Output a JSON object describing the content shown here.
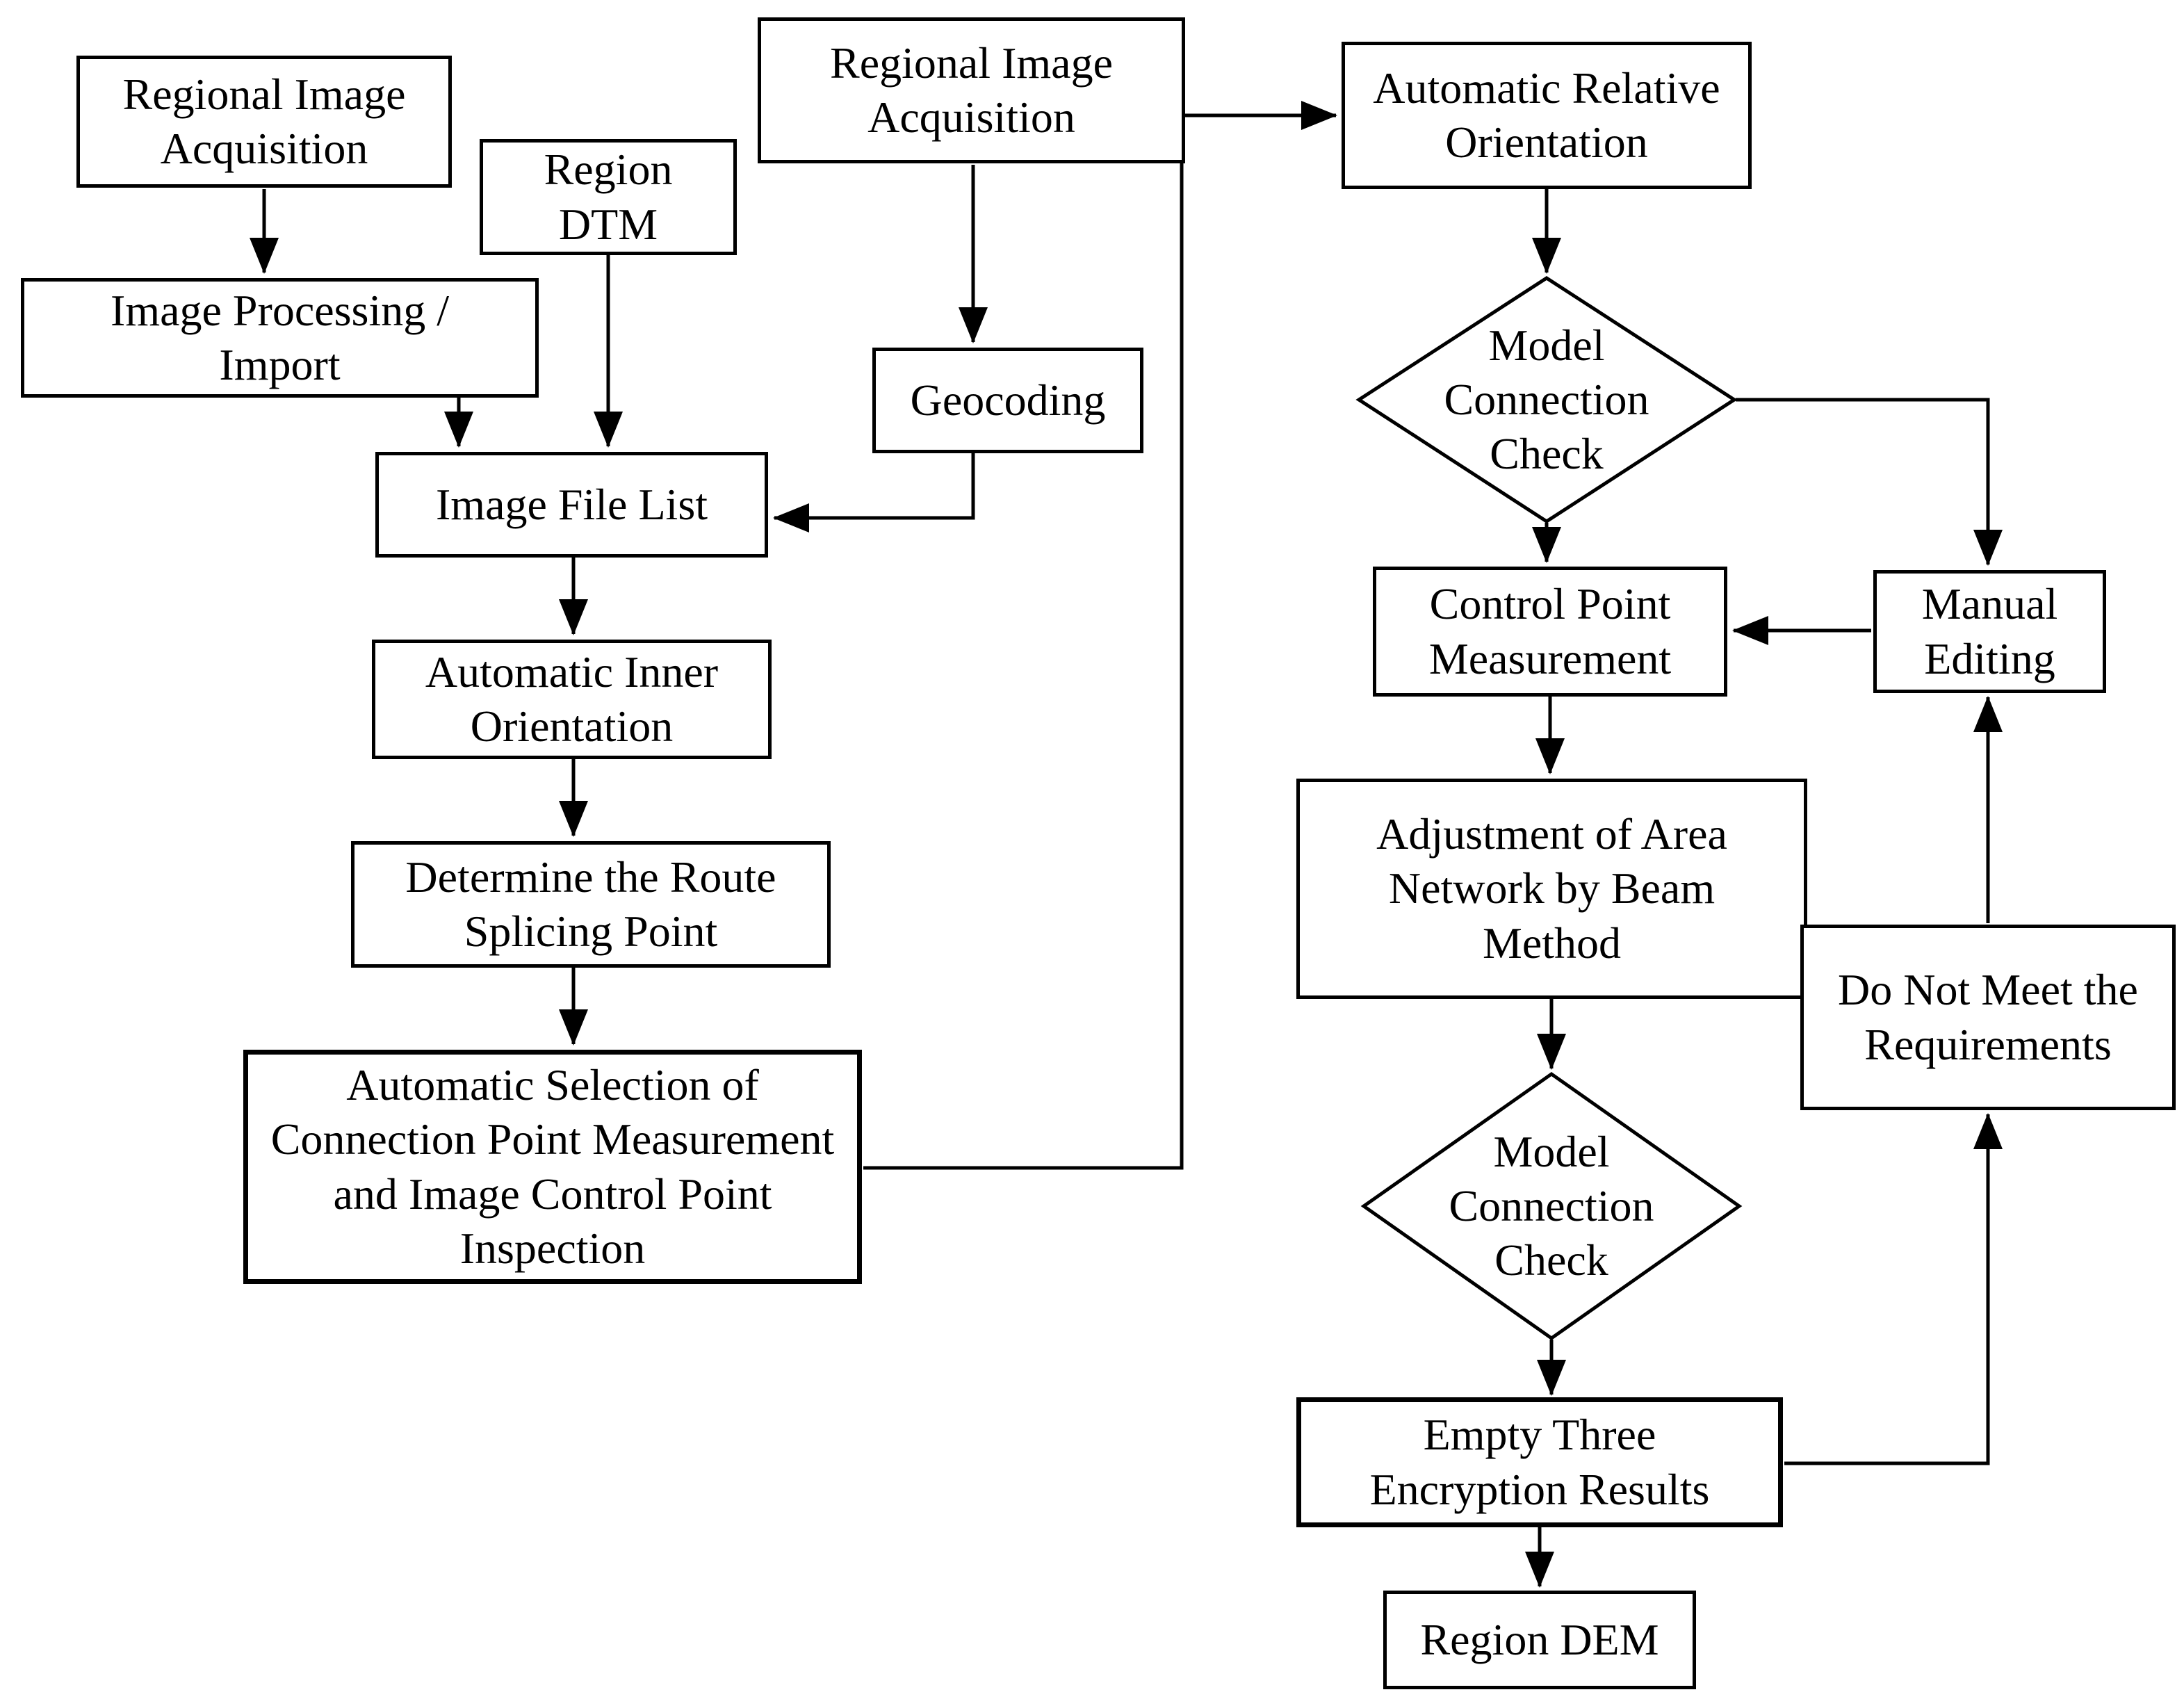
{
  "figure": {
    "background_color": "#ffffff",
    "line_color": "#000000",
    "text_color": "#000000",
    "description": "Flowchart of regional image processing workflow producing a Region DEM"
  },
  "nodes": {
    "regional_image_acquisition_left": {
      "shape": "rect",
      "lines": [
        "Regional Image",
        "Acquisition"
      ]
    },
    "image_processing_import": {
      "shape": "rect",
      "lines": [
        "Image Processing /",
        "Import"
      ]
    },
    "region_dtm": {
      "shape": "rect",
      "lines": [
        "Region",
        "DTM"
      ]
    },
    "regional_image_acquisition_top": {
      "shape": "rect",
      "lines": [
        "Regional Image",
        "Acquisition"
      ]
    },
    "geocoding": {
      "shape": "rect",
      "lines": [
        "Geocoding"
      ]
    },
    "image_file_list": {
      "shape": "rect",
      "lines": [
        "Image File List"
      ]
    },
    "automatic_inner_orientation": {
      "shape": "rect",
      "lines": [
        "Automatic Inner",
        "Orientation"
      ]
    },
    "determine_route_splicing_point": {
      "shape": "rect",
      "lines": [
        "Determine the Route",
        "Splicing Point"
      ]
    },
    "automatic_selection": {
      "shape": "rect",
      "lines": [
        "Automatic Selection of",
        "Connection Point Measurement",
        "and Image Control Point",
        "Inspection"
      ]
    },
    "automatic_relative_orientation": {
      "shape": "rect",
      "lines": [
        "Automatic Relative",
        "Orientation"
      ]
    },
    "model_connection_check_1": {
      "shape": "diamond",
      "lines": [
        "Model",
        "Connection",
        "Check"
      ]
    },
    "control_point_measurement": {
      "shape": "rect",
      "lines": [
        "Control Point",
        "Measurement"
      ]
    },
    "manual_editing": {
      "shape": "rect",
      "lines": [
        "Manual",
        "Editing"
      ]
    },
    "adjustment_area_network": {
      "shape": "rect",
      "lines": [
        "Adjustment of Area",
        "Network by Beam",
        "Method"
      ]
    },
    "model_connection_check_2": {
      "shape": "diamond",
      "lines": [
        "Model",
        "Connection",
        "Check"
      ]
    },
    "do_not_meet_requirements": {
      "shape": "rect",
      "lines": [
        "Do Not Meet the",
        "Requirements"
      ]
    },
    "empty_three_encryption_results": {
      "shape": "rect",
      "lines": [
        "Empty Three",
        "Encryption Results"
      ]
    },
    "region_dem": {
      "shape": "rect",
      "lines": [
        "Region DEM"
      ]
    }
  },
  "edges": [
    {
      "from": "regional_image_acquisition_left",
      "to": "image_processing_import"
    },
    {
      "from": "image_processing_import",
      "to": "image_file_list"
    },
    {
      "from": "region_dtm",
      "to": "image_file_list"
    },
    {
      "from": "regional_image_acquisition_top",
      "to": "geocoding"
    },
    {
      "from": "geocoding",
      "to": "image_file_list"
    },
    {
      "from": "image_file_list",
      "to": "automatic_inner_orientation"
    },
    {
      "from": "automatic_inner_orientation",
      "to": "determine_route_splicing_point"
    },
    {
      "from": "determine_route_splicing_point",
      "to": "automatic_selection"
    },
    {
      "from": "automatic_selection",
      "to": "automatic_relative_orientation"
    },
    {
      "from": "regional_image_acquisition_top",
      "to": "automatic_relative_orientation"
    },
    {
      "from": "automatic_relative_orientation",
      "to": "model_connection_check_1"
    },
    {
      "from": "model_connection_check_1",
      "to": "control_point_measurement"
    },
    {
      "from": "model_connection_check_1",
      "to": "manual_editing"
    },
    {
      "from": "manual_editing",
      "to": "control_point_measurement"
    },
    {
      "from": "control_point_measurement",
      "to": "adjustment_area_network"
    },
    {
      "from": "adjustment_area_network",
      "to": "model_connection_check_2"
    },
    {
      "from": "model_connection_check_2",
      "to": "empty_three_encryption_results"
    },
    {
      "from": "empty_three_encryption_results",
      "to": "do_not_meet_requirements"
    },
    {
      "from": "do_not_meet_requirements",
      "to": "manual_editing"
    },
    {
      "from": "empty_three_encryption_results",
      "to": "region_dem"
    }
  ]
}
